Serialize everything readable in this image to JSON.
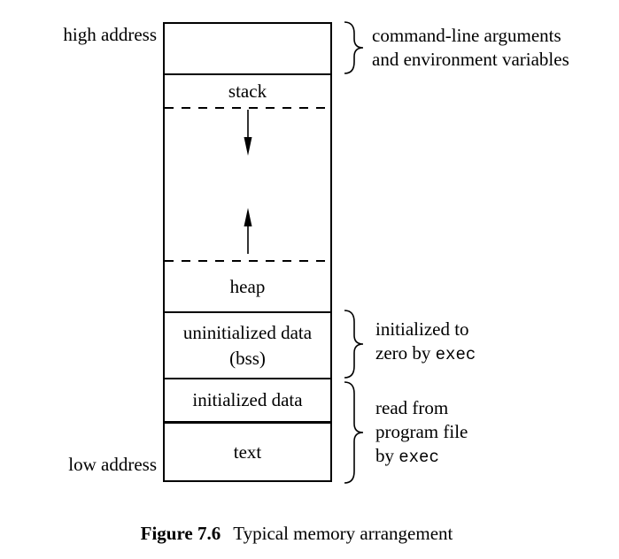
{
  "colors": {
    "line": "#000000",
    "background": "#ffffff"
  },
  "labels": {
    "high_address": "high address",
    "low_address": "low address"
  },
  "memory_box": {
    "sections": {
      "args_env": "",
      "stack": "stack",
      "heap": "heap",
      "bss_line1": "uninitialized data",
      "bss_line2": "(bss)",
      "initialized_data": "initialized data",
      "text": "text"
    }
  },
  "icons": {
    "stack_growth": "down-arrow-icon",
    "heap_growth": "up-arrow-icon",
    "grouping": "curly-brace-icon"
  },
  "annotations": {
    "args_env": {
      "line1": "command-line arguments",
      "line2": "and environment variables"
    },
    "bss": {
      "line1": "initialized to",
      "line2_prefix": "zero by ",
      "line2_code": "exec"
    },
    "program_file": {
      "line1": "read from",
      "line2": "program file",
      "line3_prefix": "by ",
      "line3_code": "exec"
    }
  },
  "caption": {
    "figure_label": "Figure 7.6",
    "figure_title": "Typical memory arrangement"
  }
}
